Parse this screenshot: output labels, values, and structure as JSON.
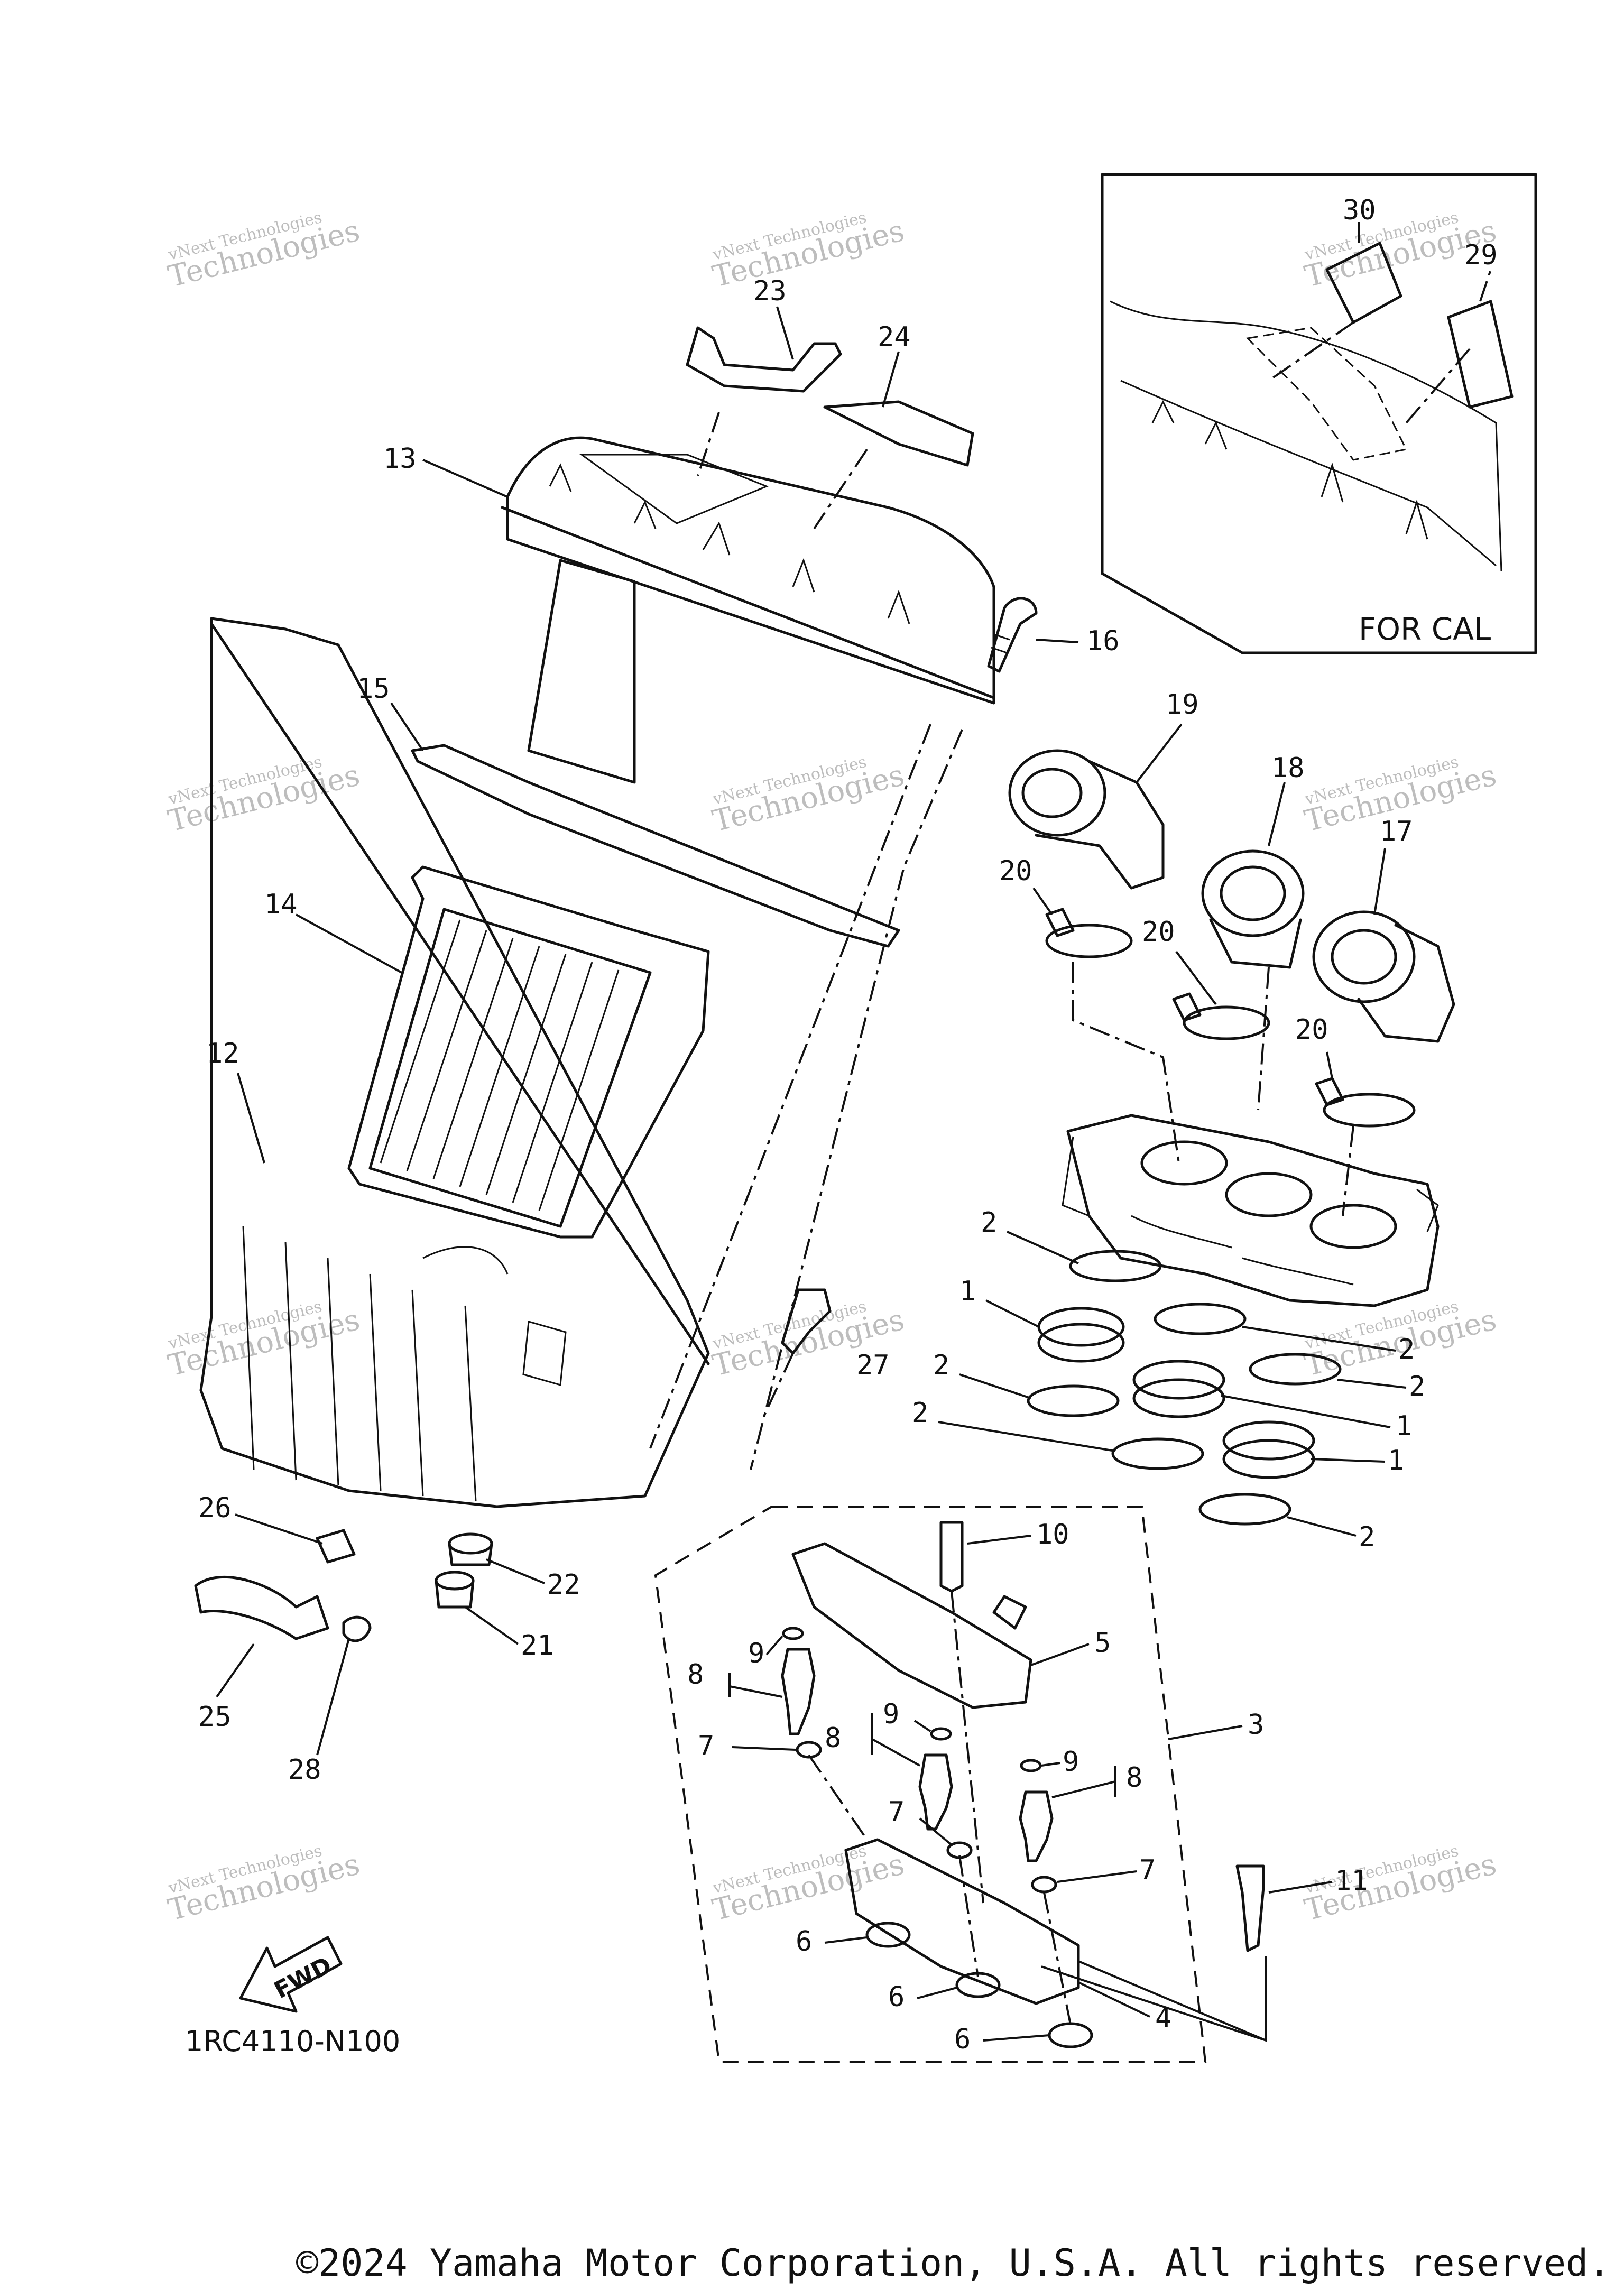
{
  "diagram": {
    "part_code": "1RC4110-N100",
    "inset_label": "FOR CAL",
    "fwd_label": "FWD",
    "copyright": "©2024 Yamaha Motor Corporation, U.S.A. All rights reserved.",
    "watermark_line1": "vNext Technologies",
    "watermark_line2": "Technologies",
    "callouts": {
      "n30": "30",
      "n29": "29",
      "n23": "23",
      "n24": "24",
      "n13": "13",
      "n16": "16",
      "n15": "15",
      "n19": "19",
      "n18": "18",
      "n17": "17",
      "n14": "14",
      "n12": "12",
      "n20a": "20",
      "n20b": "20",
      "n20c": "20",
      "n2a": "2",
      "n2b": "2",
      "n2c": "2",
      "n2d": "2",
      "n2e": "2",
      "n2f": "2",
      "n1a": "1",
      "n1b": "1",
      "n1c": "1",
      "n27": "27",
      "n26": "26",
      "n22": "22",
      "n21": "21",
      "n25": "25",
      "n28": "28",
      "n10": "10",
      "n5": "5",
      "n3": "3",
      "n9a": "9",
      "n9b": "9",
      "n9c": "9",
      "n8a": "8",
      "n8b": "8",
      "n8c": "8",
      "n7a": "7",
      "n7b": "7",
      "n7c": "7",
      "n11": "11",
      "n6a": "6",
      "n6b": "6",
      "n6c": "6",
      "n4": "4"
    }
  }
}
